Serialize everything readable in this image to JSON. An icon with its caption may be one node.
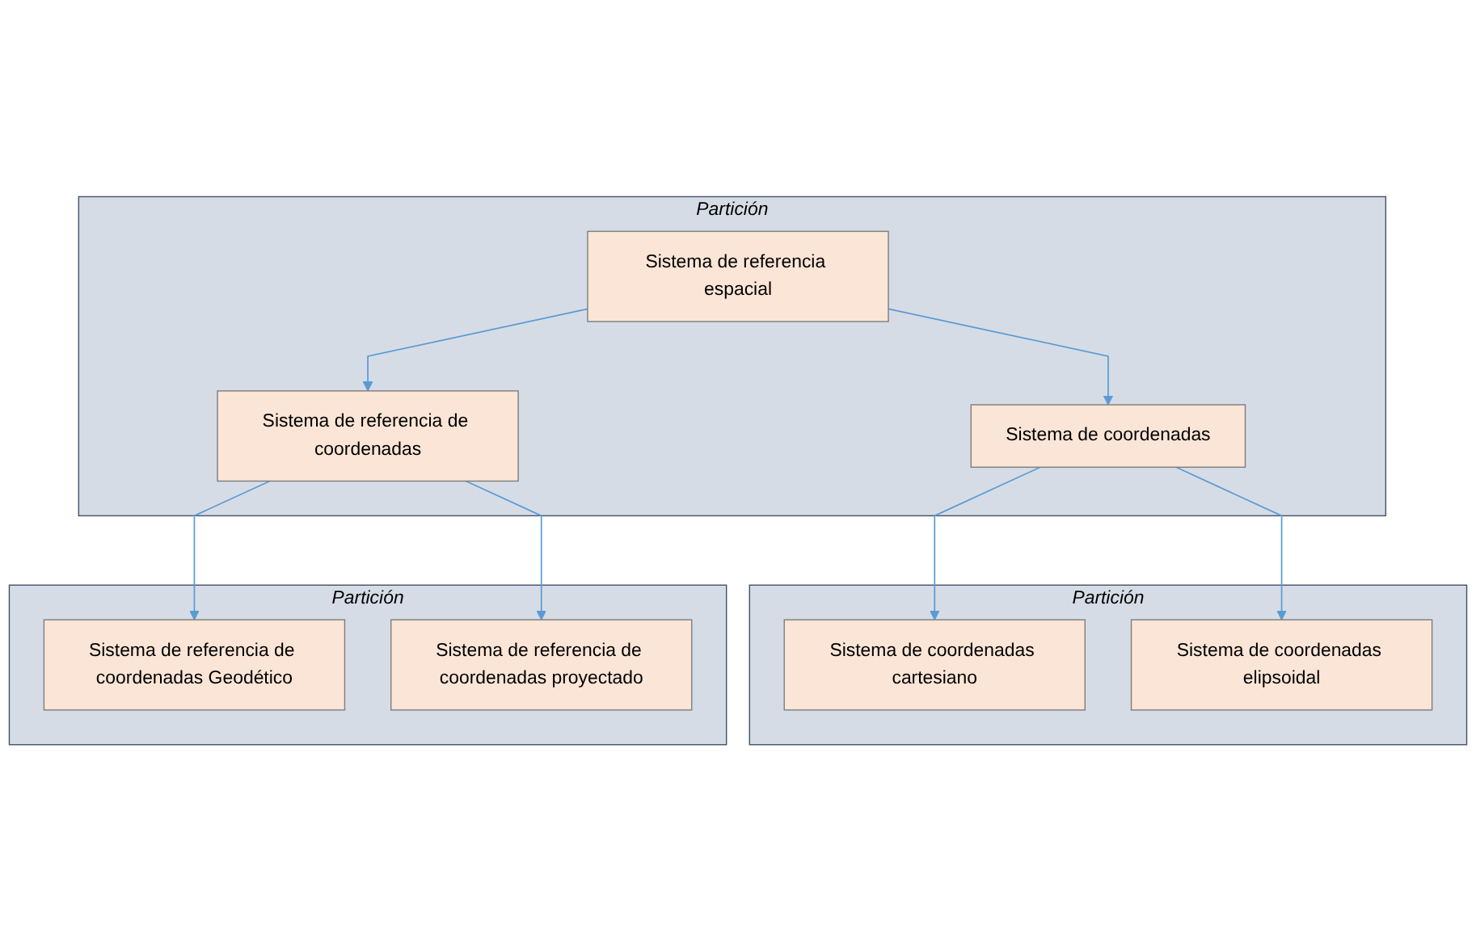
{
  "diagram": {
    "nodes": [
      {
        "text": [
          "Partición"
        ]
      },
      {
        "text": [
          "Sistema de referencia espacial"
        ],
        "in": 0
      },
      {
        "text": [
          "Sistema de coordenadas"
        ],
        "in": 0
      },
      {
        "text": [
          "Sistema de referencia de coordenadas"
        ],
        "in": 0
      },
      {
        "text": [
          "Partición"
        ]
      },
      {
        "text": [
          "Sistema de coordenadas cartesiano"
        ],
        "in": 4
      },
      {
        "text": [
          "Sistema de coordenadas elipsoidal"
        ],
        "in": 4
      },
      {
        "text": [
          "Partición"
        ]
      },
      {
        "text": [
          "Sistema de referencia de coordenadas Geodético"
        ],
        "in": 7
      },
      {
        "text": [
          "Sistema de referencia de coordenadas proyectado"
        ],
        "in": 7
      }
    ],
    "edges": [
      {
        "from": 1,
        "to": 2,
        "arrow": "to"
      },
      {
        "from": 1,
        "to": 3,
        "arrow": "to"
      },
      {
        "from": 2,
        "to": 5,
        "arrow": "to"
      },
      {
        "from": 2,
        "to": 6,
        "arrow": "to"
      },
      {
        "from": 3,
        "to": 8,
        "arrow": "to"
      },
      {
        "from": 3,
        "to": 9,
        "arrow": "to"
      }
    ]
  }
}
